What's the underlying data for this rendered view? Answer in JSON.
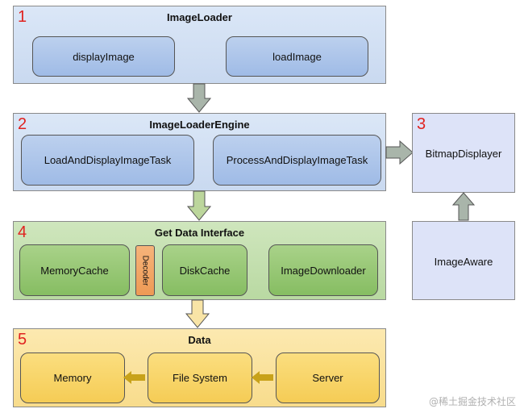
{
  "layers": {
    "image_loader": {
      "number": "1",
      "title": "ImageLoader",
      "nodes": [
        "displayImage",
        "loadImage"
      ]
    },
    "engine": {
      "number": "2",
      "title": "ImageLoaderEngine",
      "nodes": [
        "LoadAndDisplayImageTask",
        "ProcessAndDisplayImageTask"
      ]
    },
    "displayer": {
      "number": "3",
      "title": "BitmapDisplayer"
    },
    "get_data": {
      "number": "4",
      "title": "Get Data Interface",
      "nodes": [
        "MemoryCache",
        "Decoder",
        "DiskCache",
        "ImageDownloader"
      ]
    },
    "data": {
      "number": "5",
      "title": "Data",
      "nodes": [
        "Memory",
        "File System",
        "Server"
      ]
    }
  },
  "image_aware": {
    "label": "ImageAware"
  },
  "watermark": "@稀土掘金技术社区",
  "colors": {
    "blue_layer": "#dbe7f7",
    "blue_node": "#a9c1e8",
    "green_layer": "#c4e0af",
    "green_node": "#96c773",
    "yellow_layer": "#fbe39e",
    "yellow_node": "#f7d366",
    "decoder": "#f2a766",
    "layer_number": "#e0221f",
    "arrow_gray": "#a9b5aa",
    "arrow_green": "#bcd69c",
    "arrow_yellow": "#f8e4a6",
    "arrow_gold": "#c8a21a"
  }
}
